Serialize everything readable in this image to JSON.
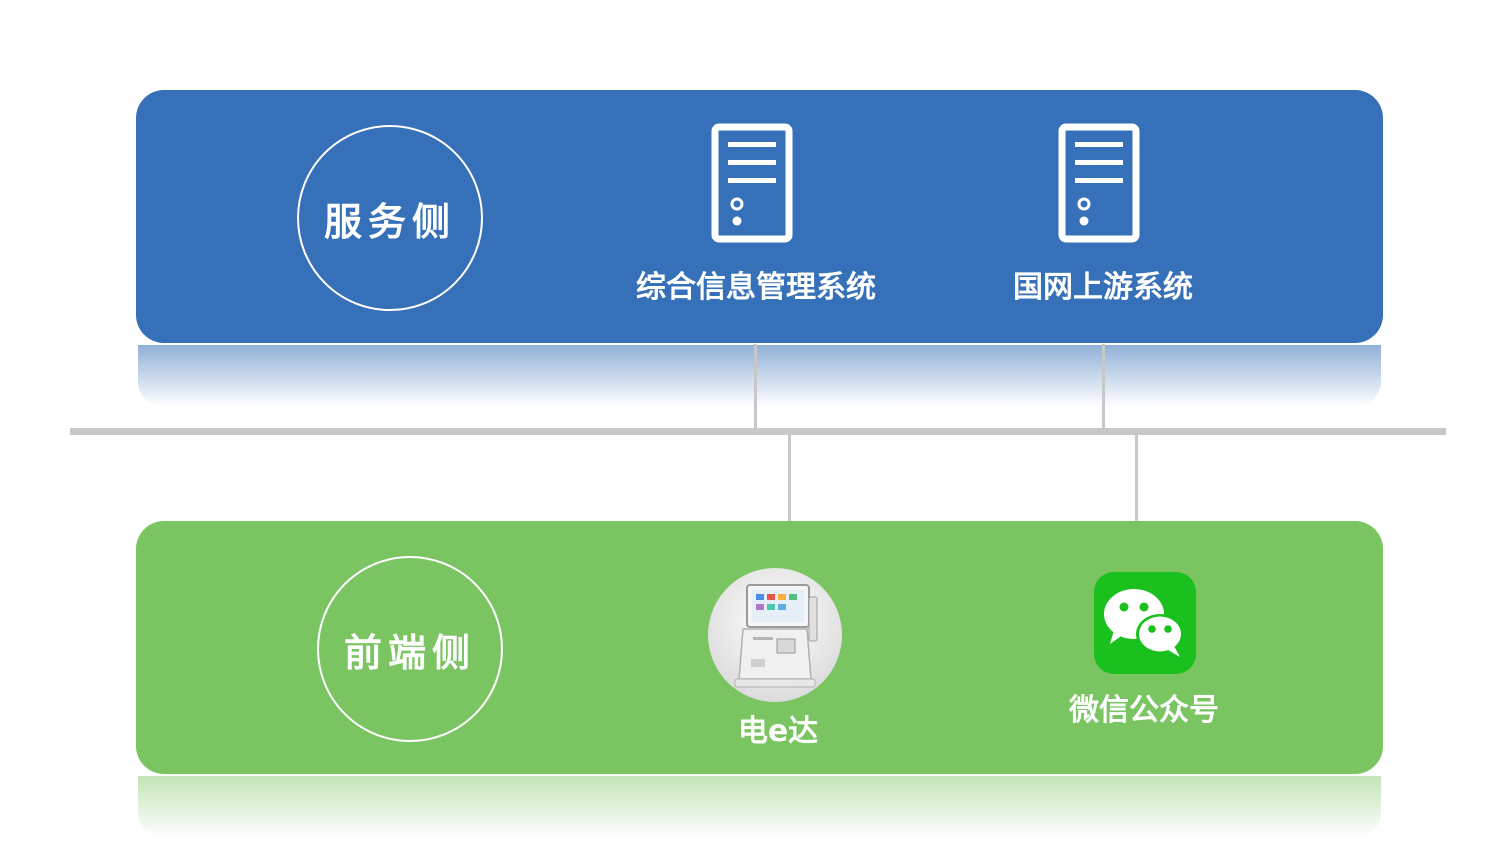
{
  "service_side": {
    "label": "服务侧",
    "nodes": [
      {
        "label": "综合信息管理系统",
        "icon": "server-icon"
      },
      {
        "label": "国网上游系统",
        "icon": "server-icon"
      }
    ]
  },
  "front_side": {
    "label": "前端侧",
    "nodes": [
      {
        "label": "电e达",
        "icon": "kiosk-icon"
      },
      {
        "label": "微信公众号",
        "icon": "wechat-icon"
      }
    ]
  },
  "colors": {
    "service_panel": "#3670b8",
    "front_panel": "#7ac462",
    "bus_line": "#c8c8c8",
    "wechat_green": "#1ac11e"
  }
}
